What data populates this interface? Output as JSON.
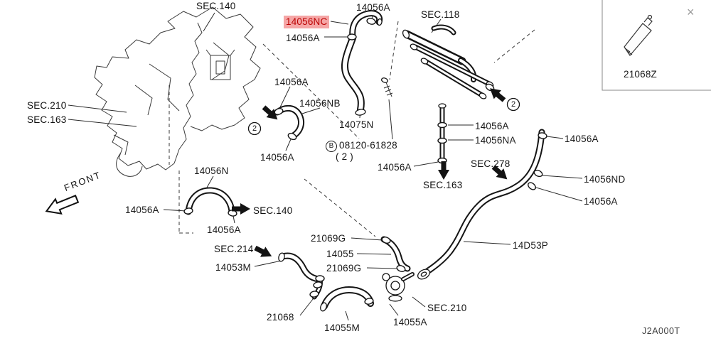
{
  "window": {
    "close_label": "×",
    "diagram_code": "J2A000T"
  },
  "colors": {
    "highlight_bg": "#f5a6a6",
    "highlight_text": "#bb0000",
    "line": "#1f1f1f"
  },
  "front_label": "FRONT",
  "inset": {
    "part": "21068Z"
  },
  "bolt": {
    "number": "08120-61828",
    "qty": "( 2 )"
  },
  "callouts": {
    "circled_two": "2",
    "bolt_prefix": "B"
  },
  "labels": {
    "sec140_top": "SEC.140",
    "clamp_14056a_top": "14056A",
    "hose_14056nc": "14056NC",
    "sec118": "SEC.118",
    "clamp_14056a_2": "14056A",
    "clamp_14056a_3": "14056A",
    "hose_14056nb": "14056NB",
    "sec210_left": "SEC.210",
    "sec163_left": "SEC.163",
    "pipe_14075n": "14075N",
    "clamp_14056a_4": "14056A",
    "clamp_14056a_5": "14056A",
    "clamp_14056na": "14056NA",
    "clamp_14056a_6": "14056A",
    "sec278": "SEC.278",
    "clamp_14056a_7": "14056A",
    "clamp_14056nd": "14056ND",
    "clamp_14056a_8": "14056A",
    "sec163_bottom": "SEC.163",
    "hose_14056n": "14056N",
    "clamp_14056a_9": "14056A",
    "sec140_mid": "SEC.140",
    "clamp_14056a_10": "14056A",
    "sec214": "SEC.214",
    "hose_14053m": "14053M",
    "clamp_21069g_top": "21069G",
    "hose_14055": "14055",
    "clamp_21069g_bottom": "21069G",
    "pipe_14d53p": "14D53P",
    "part_21068": "21068",
    "hose_14055m": "14055M",
    "part_14055a": "14055A",
    "sec210_bottom": "SEC.210"
  }
}
